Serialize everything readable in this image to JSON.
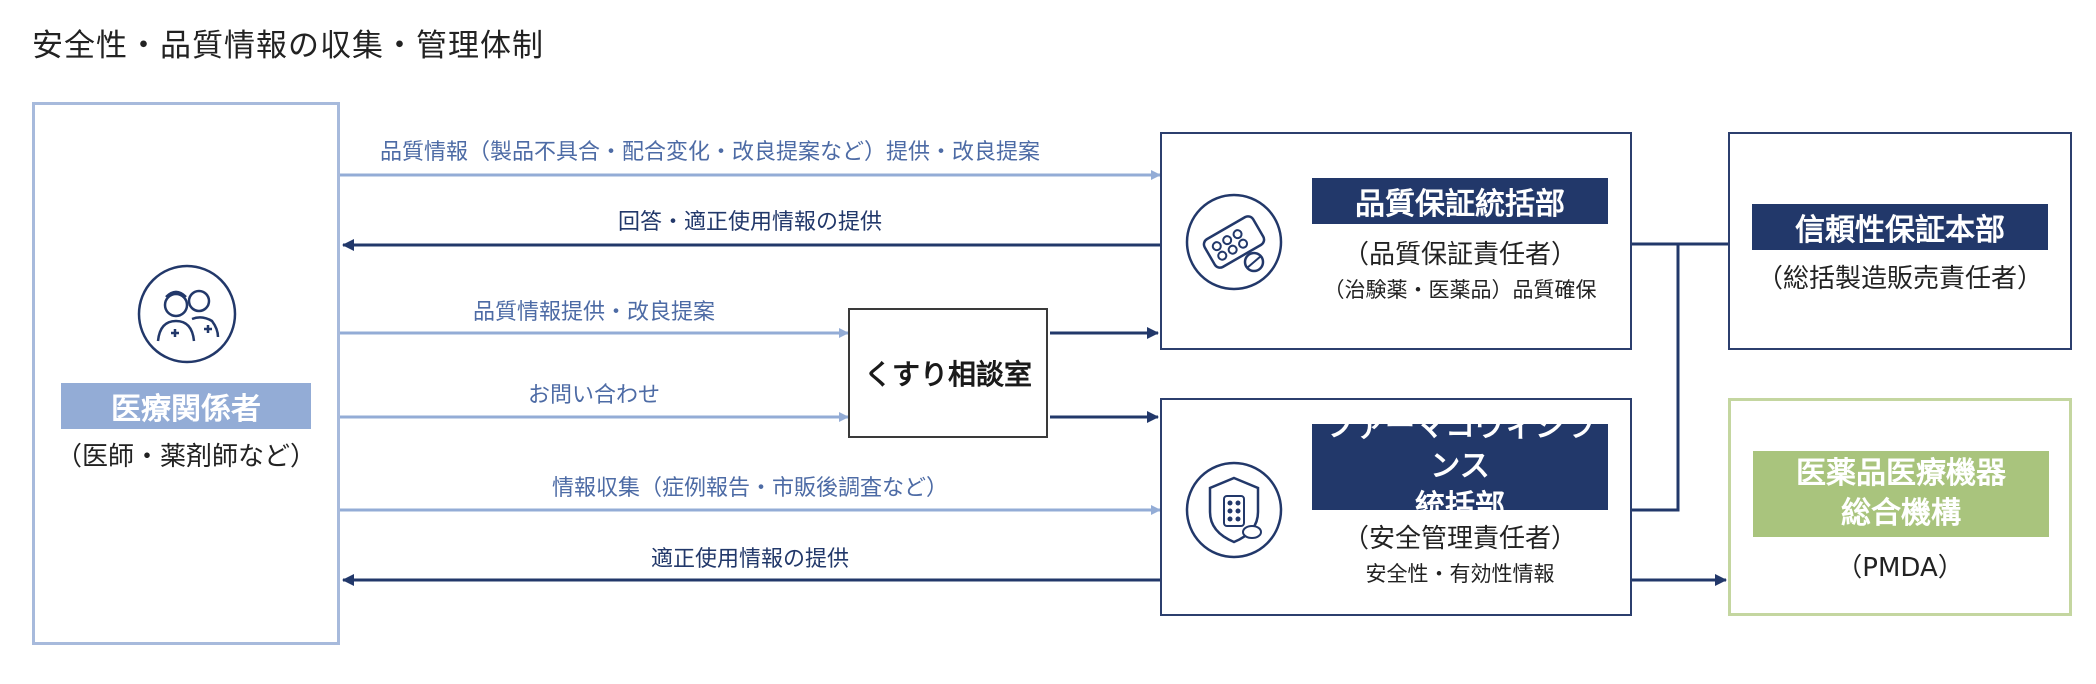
{
  "title": "安全性・品質情報の収集・管理体制",
  "colors": {
    "navy": "#22386a",
    "pale": "#93acd6",
    "green": "#a9c47d"
  },
  "nodes": {
    "medical": {
      "name": "医療関係者",
      "sub": "（医師・薬剤師など）",
      "icon": "medical-staff-icon"
    },
    "consult": {
      "name": "くすり相談室"
    },
    "quality": {
      "name": "品質保証統括部",
      "sub1": "（品質保証責任者）",
      "sub2": "（治験薬・医薬品）品質確保",
      "icon": "pills-icon"
    },
    "pv": {
      "name_line1": "ファーマコヴィジランス",
      "name_line2": "統括部",
      "sub1": "（安全管理責任者）",
      "sub2": "安全性・有効性情報",
      "icon": "shield-pills-icon"
    },
    "reliability": {
      "name": "信頼性保証本部",
      "sub": "（総括製造販売責任者）"
    },
    "pmda": {
      "name_line1": "医薬品医療機器",
      "name_line2": "総合機構",
      "sub": "（PMDA）"
    }
  },
  "flows": {
    "f1": "品質情報（製品不具合・配合変化・改良提案など）提供・改良提案",
    "f2": "回答・適正使用情報の提供",
    "f3": "品質情報提供・改良提案",
    "f4": "お問い合わせ",
    "f5": "情報収集（症例報告・市販後調査など）",
    "f6": "適正使用情報の提供"
  }
}
